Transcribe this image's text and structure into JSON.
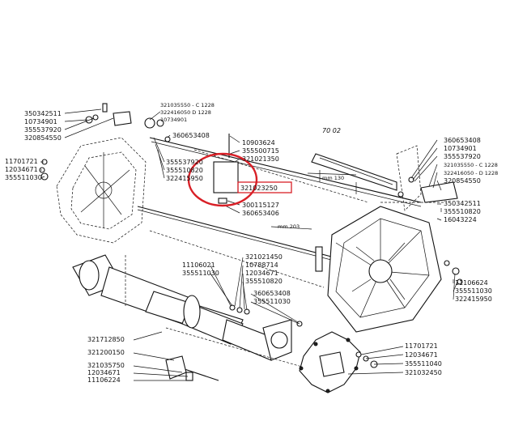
{
  "left_top": [
    "350342511",
    "10734901",
    "355537920",
    "320854550"
  ],
  "left_mid": [
    "11701721",
    "12034671",
    "355511030"
  ],
  "top_center_a": [
    "321035550 - C 1228",
    "322416050  D 1228",
    "10734901"
  ],
  "top_center_b": "360653408",
  "center_stack": [
    "355537920",
    "355510820",
    "322415950"
  ],
  "center_right": [
    "10903624",
    "355500715",
    "321021350"
  ],
  "highlighted_part": "321023250",
  "center_below": [
    "300115127",
    "360653406"
  ],
  "ref_7002": "70 02",
  "mm130": "mm 130",
  "mm203": "mm 203",
  "right_top": [
    "360653408",
    "10734901",
    "355537920",
    "321035550 - C 1228",
    "322416050 - D 1228",
    "320854550"
  ],
  "right_mid": [
    "350342511",
    "355510820",
    "16043224"
  ],
  "mid_center": [
    "321021450",
    "10788714",
    "12034671",
    "355510820"
  ],
  "mid_left": [
    "11106021",
    "355511030"
  ],
  "mid_lower": [
    "360653408",
    "355511030"
  ],
  "right_low": [
    "11106624",
    "355511030",
    "322415950"
  ],
  "bottom_left": [
    "321712850",
    "321200150",
    "321035750",
    "12034671",
    "11106224"
  ],
  "bottom_right": [
    "11701721",
    "12034671",
    "355511040",
    "321032450"
  ],
  "colors": {
    "highlight": "#d81f26",
    "ink": "#111111"
  }
}
